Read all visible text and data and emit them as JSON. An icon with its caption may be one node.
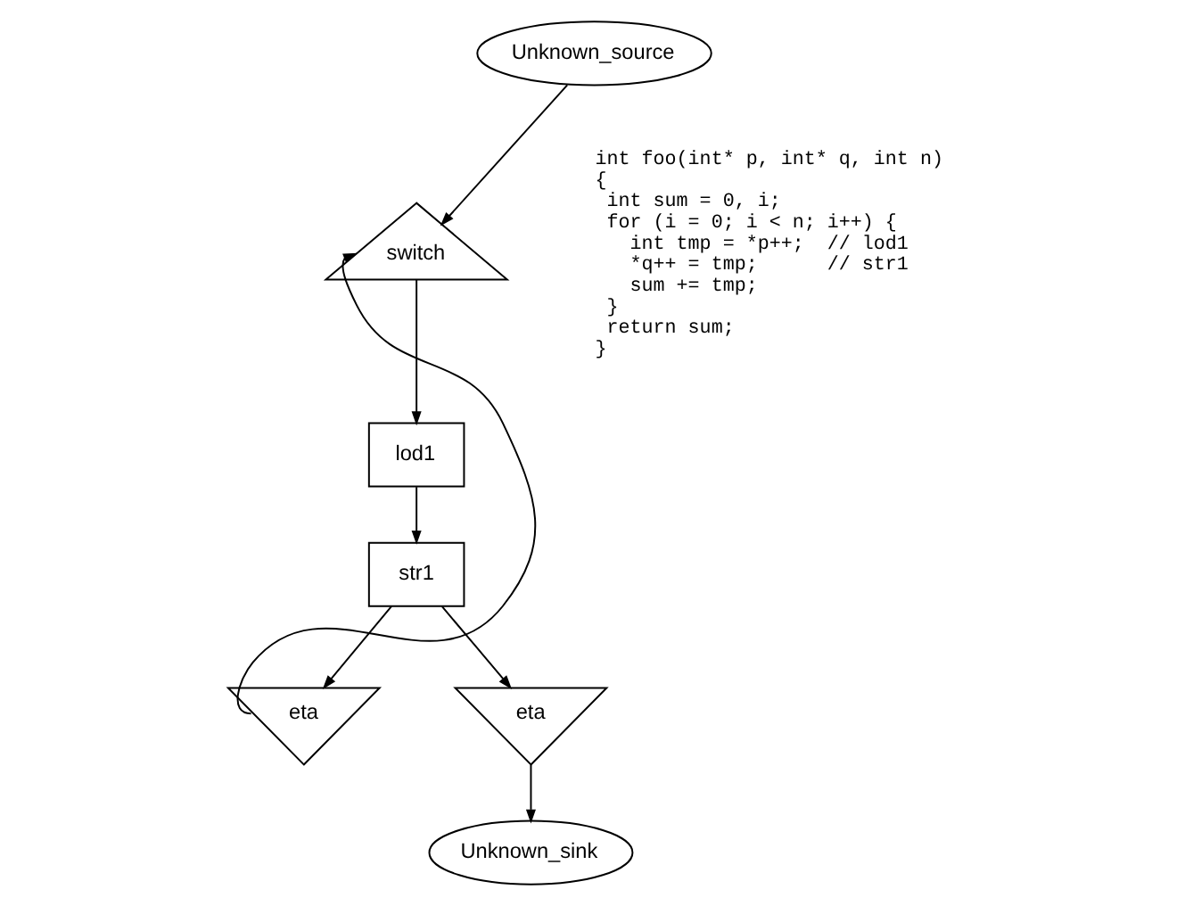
{
  "diagram": {
    "nodes": [
      {
        "text": [
          "Unknown_source"
        ]
      },
      {
        "text": [
          "switch"
        ]
      },
      {
        "text": [
          "lod1"
        ]
      },
      {
        "text": [
          "str1"
        ]
      },
      {
        "text": [
          "eta"
        ]
      },
      {
        "text": [
          "eta"
        ]
      },
      {
        "text": [
          "Unknown_sink"
        ]
      }
    ],
    "edges": [
      {
        "from": 0,
        "to": 1,
        "arrow": "to"
      },
      {
        "from": 1,
        "to": 2,
        "arrow": "to"
      },
      {
        "from": 2,
        "to": 3,
        "arrow": "to"
      },
      {
        "from": 3,
        "to": 4,
        "arrow": "to"
      },
      {
        "from": 3,
        "to": 5,
        "arrow": "to"
      },
      {
        "from": 5,
        "to": 6,
        "arrow": "to"
      },
      {
        "from": 4,
        "to": 1,
        "arrow": "to"
      }
    ],
    "labels": [
      "int foo(int* p, int* q, int n)",
      "{",
      "  int sum = 0, i;",
      "  for (i = 0; i < n; i++) {",
      "    int tmp = *p++;  // lod1",
      "    *q++ = tmp;      // str1",
      "    sum += tmp;",
      "  }",
      "  return sum;",
      "}"
    ]
  }
}
